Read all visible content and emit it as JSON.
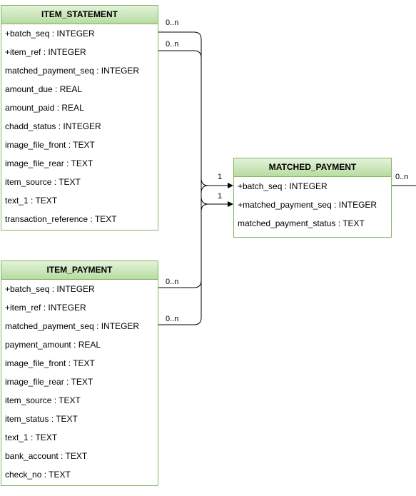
{
  "entities": {
    "item_statement": {
      "title": "ITEM_STATEMENT",
      "fields": [
        "+batch_seq : INTEGER",
        "+item_ref : INTEGER",
        "matched_payment_seq : INTEGER",
        "amount_due : REAL",
        "amount_paid : REAL",
        "chadd_status : INTEGER",
        "image_file_front : TEXT",
        "image_file_rear : TEXT",
        "item_source : TEXT",
        "text_1 : TEXT",
        "transaction_reference : TEXT"
      ]
    },
    "item_payment": {
      "title": "ITEM_PAYMENT",
      "fields": [
        "+batch_seq : INTEGER",
        "+item_ref : INTEGER",
        "matched_payment_seq : INTEGER",
        "payment_amount : REAL",
        "image_file_front : TEXT",
        "image_file_rear : TEXT",
        "item_source : TEXT",
        "item_status : TEXT",
        "text_1 : TEXT",
        "bank_account : TEXT",
        "check_no : TEXT"
      ]
    },
    "matched_payment": {
      "title": "MATCHED_PAYMENT",
      "fields": [
        "+batch_seq : INTEGER",
        "+matched_payment_seq : INTEGER",
        "matched_payment_status : TEXT"
      ]
    }
  },
  "multiplicities": {
    "stmt_batch": "0..n",
    "stmt_item": "0..n",
    "pay_batch": "0..n",
    "pay_item": "0..n",
    "mp_batch": "1",
    "mp_seq": "1",
    "mp_out": "0..n"
  },
  "colors": {
    "entity_border": "#82b366",
    "entity_header_top": "#e4f2da",
    "entity_header_bottom": "#b7dca0",
    "line": "#000000"
  }
}
